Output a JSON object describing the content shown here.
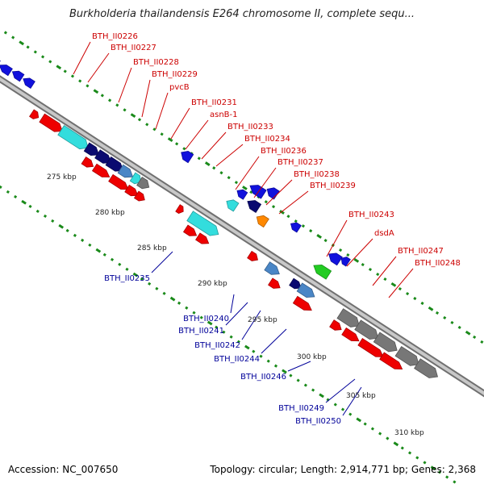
{
  "title": "Burkholderia thailandensis E264 chromosome II, complete sequ...",
  "footer": {
    "accession": "Accession: NC_007650",
    "summary": "Topology: circular; Length: 2,914,771 bp; Genes: 2,368"
  },
  "colors": {
    "forward_label": "#cc0000",
    "reverse_label": "#000099",
    "backbone": "#9a9a9a",
    "ticks": "#1a8a1a",
    "red": "#ee0000",
    "cyan": "#33dddd",
    "navy": "#0a0a70",
    "steel": "#4a86c6",
    "gray": "#777777",
    "blue": "#1111dd",
    "orange": "#ff8800",
    "green": "#22cc22"
  },
  "ticks": [
    {
      "label": "275 kbp"
    },
    {
      "label": "280 kbp"
    },
    {
      "label": "285 kbp"
    },
    {
      "label": "290 kbp"
    },
    {
      "label": "295 kbp"
    },
    {
      "label": "300 kbp"
    },
    {
      "label": "305 kbp"
    },
    {
      "label": "310 kbp"
    }
  ],
  "forward_labels": [
    "BTH_II0226",
    "BTH_II0227",
    "BTH_II0228",
    "BTH_II0229",
    "pvcB",
    "BTH_II0231",
    "asnB-1",
    "BTH_II0233",
    "BTH_II0234",
    "BTH_II0236",
    "BTH_II0237",
    "BTH_II0238",
    "BTH_II0239",
    "BTH_II0243",
    "dsdA",
    "BTH_II0247",
    "BTH_II0248"
  ],
  "reverse_labels": [
    "BTH_II0235",
    "BTH_II0240",
    "BTH_II0241",
    "BTH_II0242",
    "BTH_II0244",
    "BTH_II0246",
    "BTH_II0249",
    "BTH_II0250"
  ]
}
